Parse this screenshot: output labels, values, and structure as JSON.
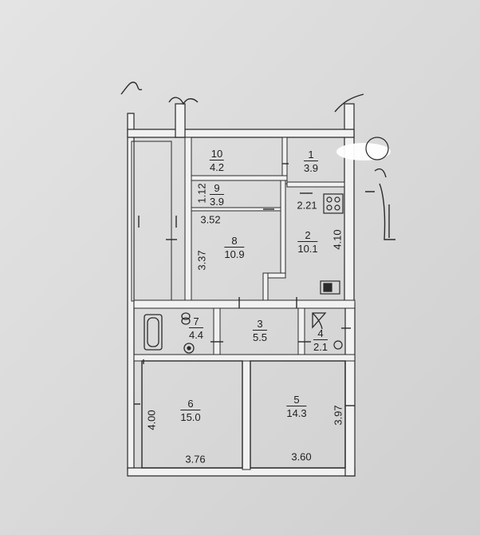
{
  "rooms": [
    {
      "id": "room-1",
      "num": "1",
      "area": "3.9"
    },
    {
      "id": "room-2",
      "num": "2",
      "area": "10.1"
    },
    {
      "id": "room-3",
      "num": "3",
      "area": "5.5"
    },
    {
      "id": "room-4",
      "num": "4",
      "area": "2.1"
    },
    {
      "id": "room-5",
      "num": "5",
      "area": "14.3"
    },
    {
      "id": "room-6",
      "num": "6",
      "area": "15.0"
    },
    {
      "id": "room-7",
      "num": "7",
      "area": "4.4"
    },
    {
      "id": "room-8",
      "num": "8",
      "area": "10.9"
    },
    {
      "id": "room-9",
      "num": "9",
      "area": "3.9"
    },
    {
      "id": "room-10",
      "num": "10",
      "area": "4.2"
    }
  ],
  "dimensions": {
    "d_1_12": "1.12",
    "d_3_52": "3.52",
    "d_3_37": "3.37",
    "d_2_21": "2.21",
    "d_4_10": "4.10",
    "d_4_00": "4.00",
    "d_3_76": "3.76",
    "d_3_60": "3.60",
    "d_3_97": "3.97"
  },
  "colors": {
    "paper": "#dcdcdc",
    "wall": "#f2f2f2",
    "line": "#2a2a2a"
  }
}
